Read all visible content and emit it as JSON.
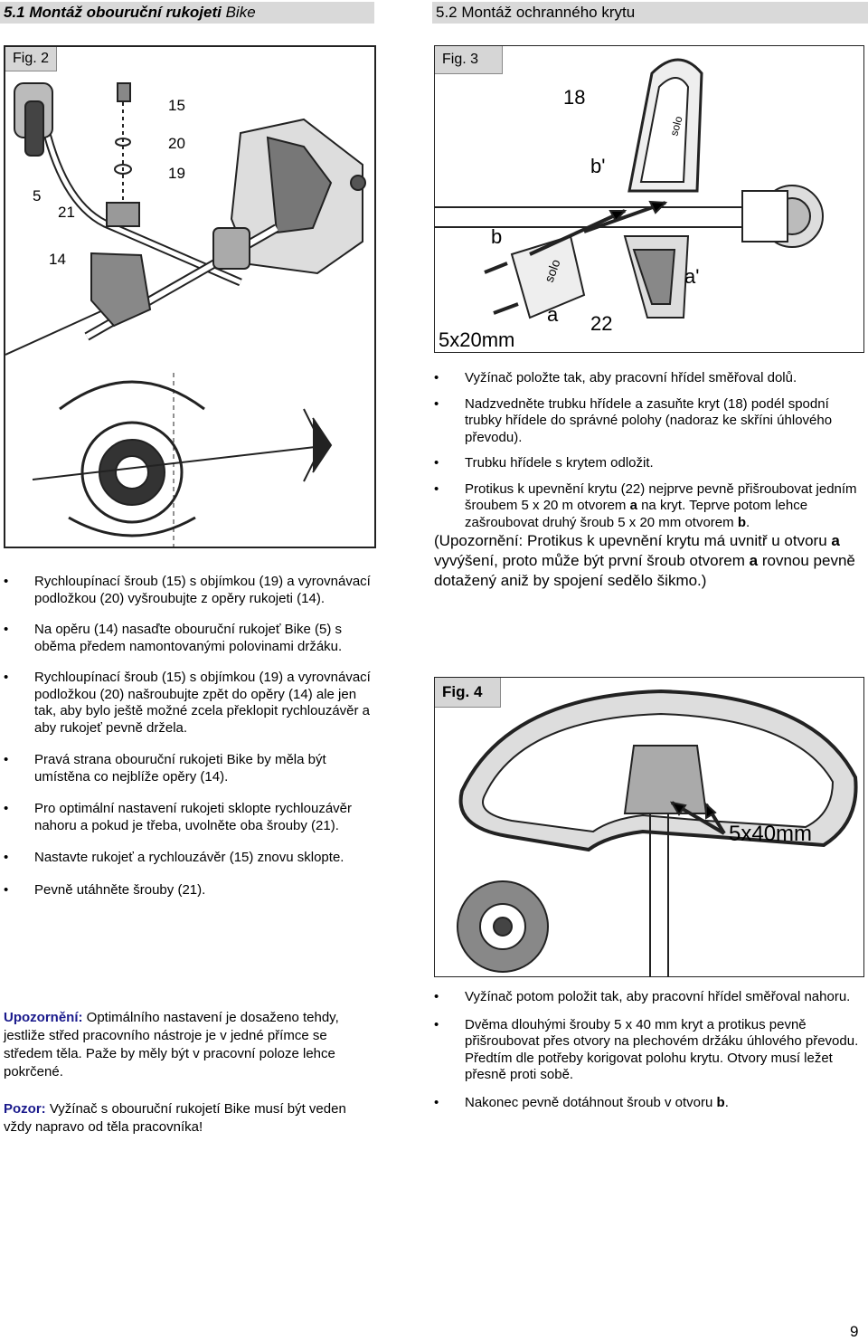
{
  "left": {
    "title_main": "5.1 Montáž obouruční rukojeti",
    "title_rest": " Bike",
    "fig_label": "Fig. 2",
    "part_numbers": [
      "15",
      "20",
      "19",
      "5",
      "21",
      "14"
    ],
    "bullets": [
      "Rychloupínací šroub (15) s objímkou (19) a vyrovnávací podložkou (20) vyšroubujte z opěry rukojeti (14).",
      "Na opěru (14) nasaďte obouruční rukojeť Bike (5) s oběma předem namontovanými polovinami držáku.",
      "Rychloupínací šroub (15) s objímkou (19) a vyrovnávací podložkou (20) našroubujte zpět do opěry (14) ale jen tak, aby bylo ještě možné zcela překlopit rychlouzávěr a aby rukojeť pevně držela.",
      "Pravá strana obouruční rukojeti Bike by měla být umístěna co nejblíže opěry (14).",
      "Pro optimální nastavení rukojeti sklopte rychlouzávěr nahoru a pokud je třeba, uvolněte oba šrouby (21).",
      "Nastavte rukojeť a rychlouzávěr (15) znovu sklopte.",
      "Pevně utáhněte šrouby (21)."
    ],
    "note_label": "Upozornění:",
    "note_text": " Optimálního nastavení je dosaženo tehdy, jestliže střed pracovního nástroje je v jedné přímce se středem těla. Paže by měly být v pracovní poloze lehce pokrčené.",
    "warning_label": "Pozor:",
    "warning_text": " Vyžínač s obouruční rukojetí Bike musí být veden vždy napravo od těla pracovníka!"
  },
  "right": {
    "title": "5.2 Montáž ochranného krytu",
    "fig3_label": "Fig. 3",
    "fig3_labels": {
      "l18": "18",
      "lbp": "b'",
      "lb": "b",
      "lap": "a'",
      "la": "a",
      "l22": "22",
      "screw": "5x20mm",
      "brand": "solo"
    },
    "bullets1": [
      "Vyžínač položte tak, aby pracovní hřídel směřoval dolů.",
      "Nadzvedněte trubku hřídele a zasuňte kryt (18) podél spodní trubky hřídele do správné polohy (nadoraz ke skříni úhlového převodu).",
      "Trubku hřídele s krytem odložit."
    ],
    "b4_part1": "Protikus k upevnění krytu (22) nejprve pevně přišroubovat jedním šroubem 5 x 20 m otvorem ",
    "b4_a": "a",
    "b4_part2": " na kryt. Teprve potom lehce zašroubovat druhý šroub 5 x 20 mm otvorem ",
    "b4_b": "b",
    "b4_part3": ".",
    "note_part1": "(Upozornění: Protikus k upevnění krytu má uvnitř u otvoru ",
    "note_a1": "a",
    "note_part2": " vyvýšení, proto může být první šroub otvorem ",
    "note_a2": "a",
    "note_part3": " rovnou pevně dotažený aniž by spojení sedělo šikmo.)",
    "fig4_label": "Fig. 4",
    "fig4_screw": "5x40mm",
    "b2_1": "Vyžínač potom položit tak, aby pracovní hřídel směřoval nahoru.",
    "b2_2": "Dvěma dlouhými šrouby 5 x 40 mm kryt a protikus pevně přišroubovat přes otvory na plechovém držáku úhlového převodu. Předtím dle potřeby korigovat polohu krytu. Otvory musí ležet přesně proti sobě.",
    "b2_3_part1": "Nakonec pevně dotáhnout šroub v otvoru ",
    "b2_3_b": "b",
    "b2_3_part2": "."
  },
  "page_number": "9"
}
